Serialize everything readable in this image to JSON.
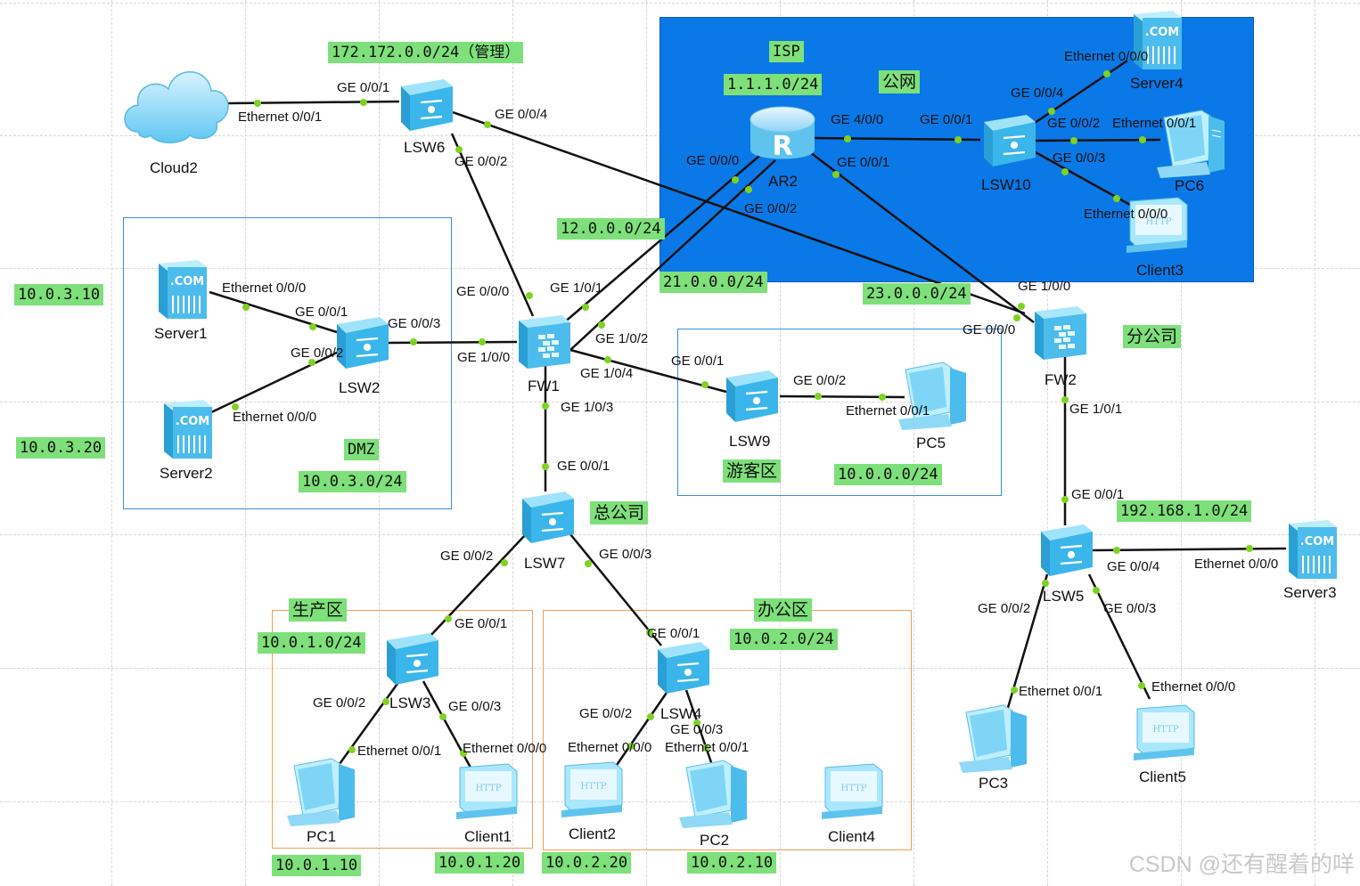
{
  "devices": {
    "cloud2": "Cloud2",
    "lsw6": "LSW6",
    "ar2": "AR2",
    "lsw10": "LSW10",
    "server4": "Server4",
    "pc6": "PC6",
    "client3": "Client3",
    "server1": "Server1",
    "server2": "Server2",
    "lsw2": "LSW2",
    "fw1": "FW1",
    "lsw9": "LSW9",
    "pc5": "PC5",
    "fw2": "FW2",
    "lsw7": "LSW7",
    "lsw3": "LSW3",
    "lsw4": "LSW4",
    "lsw5": "LSW5",
    "pc1": "PC1",
    "client1": "Client1",
    "client2": "Client2",
    "pc2": "PC2",
    "client4": "Client4",
    "pc3": "PC3",
    "client5": "Client5",
    "server3": "Server3"
  },
  "icon_types": {
    "cloud": "cloud-icon",
    "switch": "switch-icon",
    "router": "router-icon",
    "firewall": "firewall-icon",
    "server": "server-icon",
    "pc": "pc-icon",
    "client": "client-icon"
  },
  "tags": {
    "mgmt": "172.172.0.0/24（管理）",
    "isp": "ISP",
    "isp_net": "1.1.1.0/24",
    "public": "公网",
    "net12": "12.0.0.0/24",
    "net21": "21.0.0.0/24",
    "net23": "23.0.0.0/24",
    "branch": "分公司",
    "ip_server1": "10.0.3.10",
    "ip_server2": "10.0.3.20",
    "dmz": "DMZ",
    "dmz_net": "10.0.3.0/24",
    "guest": "游客区",
    "guest_net": "10.0.0.0/24",
    "hq": "总公司",
    "branch_net": "192.168.1.0/24",
    "production": "生产区",
    "production_net": "10.0.1.0/24",
    "office": "办公区",
    "office_net": "10.0.2.0/24",
    "ip_pc1": "10.0.1.10",
    "ip_client1": "10.0.1.20",
    "ip_client2": "10.0.2.20",
    "ip_pc2": "10.0.2.10"
  },
  "ports": {
    "p1": "GE 0/0/1",
    "p2": "Ethernet 0/0/1",
    "p3": "GE 0/0/4",
    "p4": "GE 0/0/2",
    "p5": "Ethernet 0/0/0",
    "p6": "GE 0/0/1",
    "p7": "GE 0/0/3",
    "p8": "GE 0/0/2",
    "p9": "Ethernet 0/0/0",
    "p10": "GE 0/0/0",
    "p11": "GE 1/0/1",
    "p12": "GE 1/0/2",
    "p13": "GE 1/0/0",
    "p14": "GE 1/0/4",
    "p15": "GE 1/0/3",
    "p16": "GE 0/0/0",
    "p17": "GE 0/0/2",
    "p18": "GE 4/0/0",
    "p19": "GE 0/0/1",
    "p20": "GE 0/0/1",
    "p21": "GE 0/0/4",
    "p22": "Ethernet 0/0/0",
    "p23": "GE 0/0/2",
    "p24": "Ethernet 0/0/1",
    "p25": "GE 0/0/3",
    "p26": "Ethernet 0/0/0",
    "p27": "GE 1/0/0",
    "p28": "GE 0/0/0",
    "p29": "GE 1/0/1",
    "p30": "GE 0/0/1",
    "p31": "GE 0/0/2",
    "p32": "Ethernet 0/0/1",
    "p33": "GE 0/0/1",
    "p34": "GE 0/0/2",
    "p35": "GE 0/0/3",
    "p36": "GE 0/0/1",
    "p37": "GE 0/0/2",
    "p38": "GE 0/0/3",
    "p39": "Ethernet 0/0/1",
    "p40": "Ethernet 0/0/0",
    "p41": "GE 0/0/1",
    "p42": "GE 0/0/2",
    "p43": "GE 0/0/3",
    "p44": "Ethernet 0/0/0",
    "p45": "Ethernet 0/0/1",
    "p46": "GE 0/0/1",
    "p47": "GE 0/0/4",
    "p48": "Ethernet 0/0/0",
    "p49": "GE 0/0/2",
    "p50": "GE 0/0/3",
    "p51": "Ethernet 0/0/1",
    "p52": "Ethernet 0/0/0"
  },
  "watermark": "CSDN @还有醒着的咩",
  "colors": {
    "isp_zone": "#0a78e6",
    "tag_bg": "#7ee07a",
    "link_dot": "#7ed321",
    "switch": "#3bb6ea"
  }
}
